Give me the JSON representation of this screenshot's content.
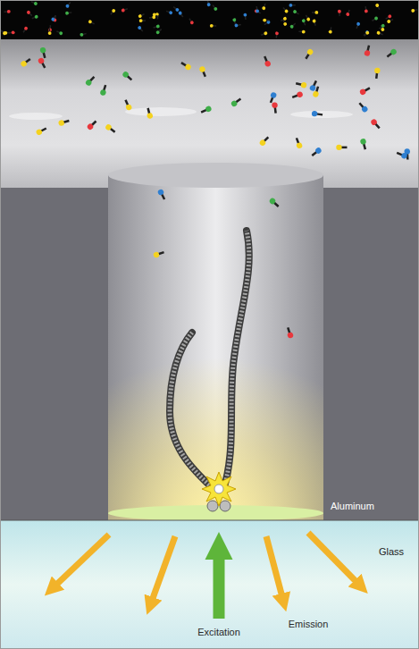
{
  "diagram": {
    "nodes": [
      {
        "text": [
          "Aluminum"
        ]
      },
      {
        "text": [
          "Glass"
        ]
      }
    ],
    "labels": [
      "Excitation",
      "Emission"
    ]
  }
}
